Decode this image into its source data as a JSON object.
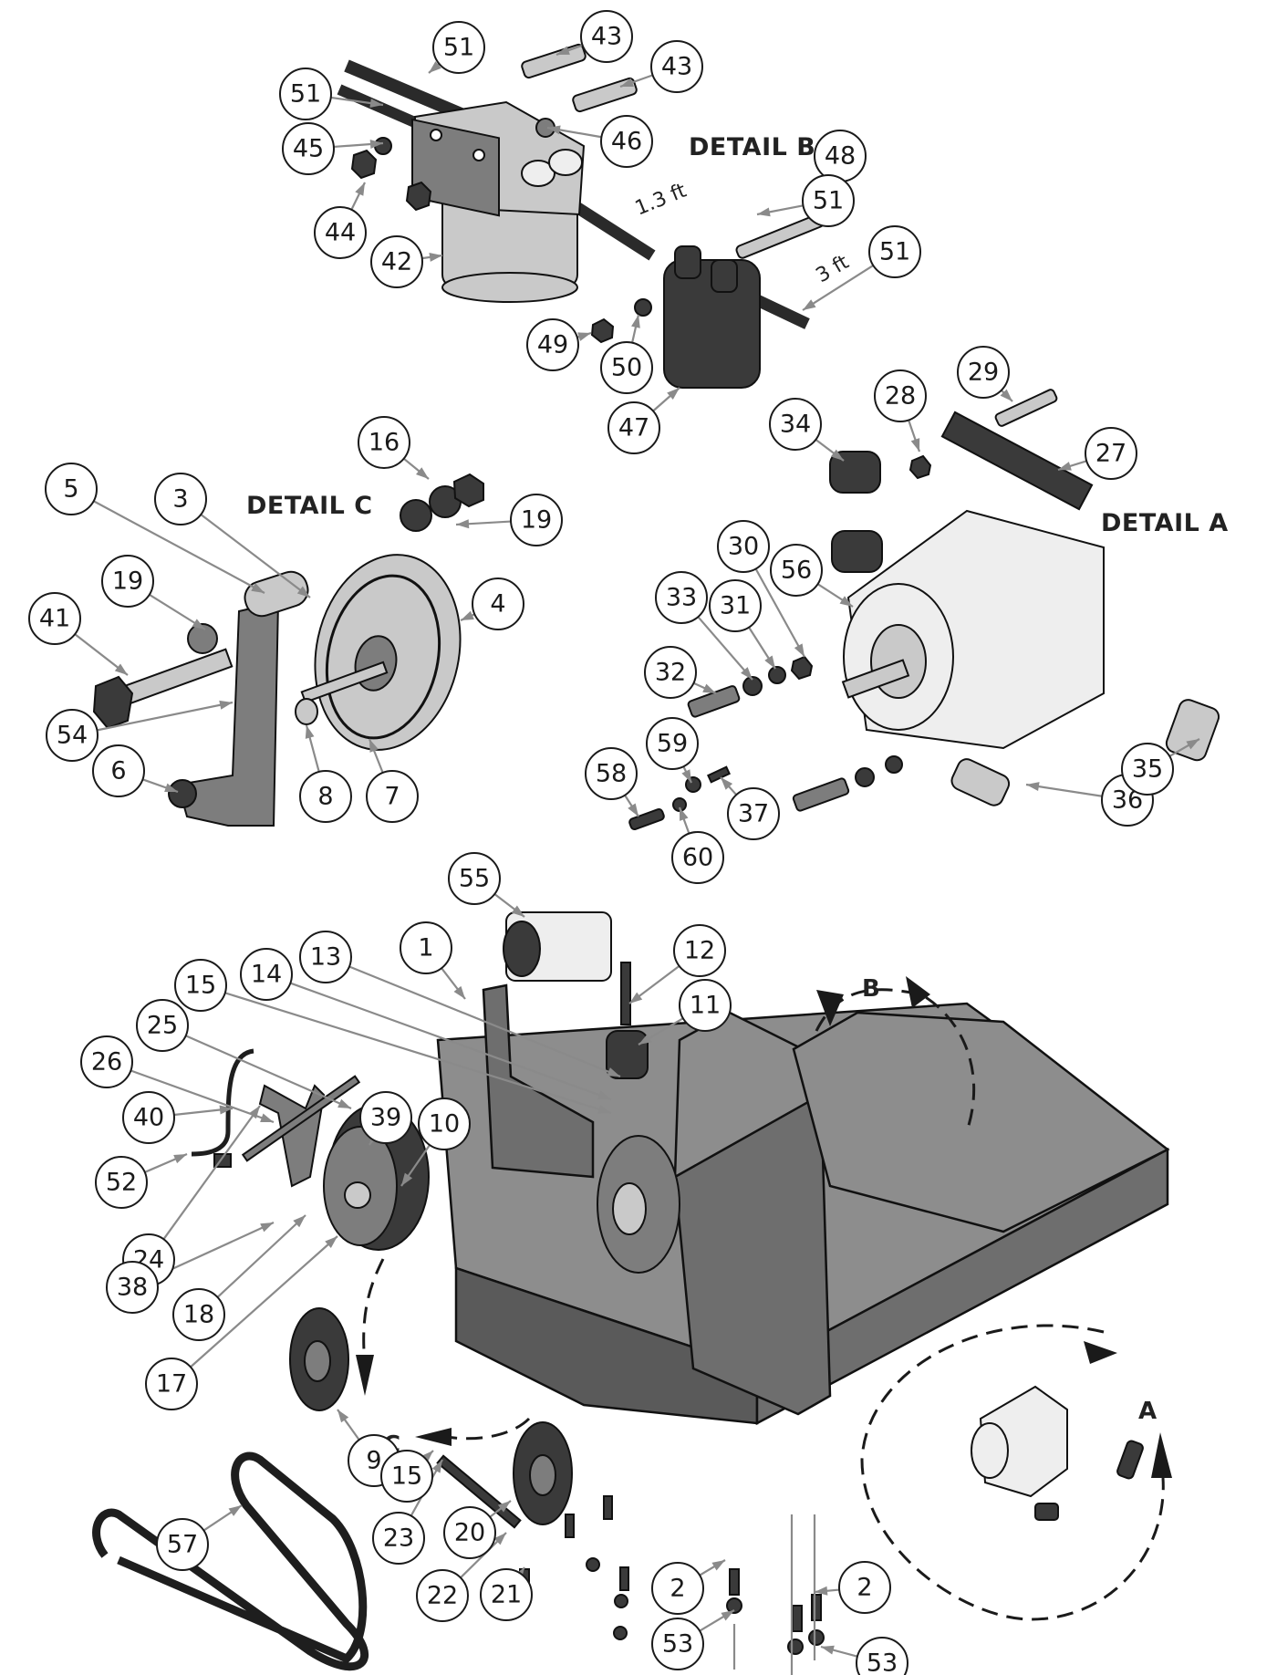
{
  "diagram": {
    "type": "exploded-parts-view",
    "detail_labels": {
      "detail_a": "DETAIL  A",
      "detail_b": "DETAIL  B",
      "detail_c": "DETAIL  C",
      "marker_a": "A",
      "marker_b": "B",
      "marker_c": "C"
    },
    "dimension_labels": {
      "hose_short": "1.3 ft",
      "hose_long": "3 ft"
    },
    "callouts": [
      {
        "id": "51",
        "group": "detail-b"
      },
      {
        "id": "43",
        "group": "detail-b"
      },
      {
        "id": "43",
        "group": "detail-b"
      },
      {
        "id": "51",
        "group": "detail-b"
      },
      {
        "id": "45",
        "group": "detail-b"
      },
      {
        "id": "46",
        "group": "detail-b"
      },
      {
        "id": "44",
        "group": "detail-b"
      },
      {
        "id": "42",
        "group": "detail-b"
      },
      {
        "id": "48",
        "group": "detail-b"
      },
      {
        "id": "51",
        "group": "detail-b"
      },
      {
        "id": "51",
        "group": "detail-b"
      },
      {
        "id": "49",
        "group": "detail-b"
      },
      {
        "id": "50",
        "group": "detail-b"
      },
      {
        "id": "47",
        "group": "detail-b"
      },
      {
        "id": "16",
        "group": "detail-c"
      },
      {
        "id": "19",
        "group": "detail-c"
      },
      {
        "id": "5",
        "group": "detail-c"
      },
      {
        "id": "3",
        "group": "detail-c"
      },
      {
        "id": "4",
        "group": "detail-c"
      },
      {
        "id": "19",
        "group": "detail-c"
      },
      {
        "id": "41",
        "group": "detail-c"
      },
      {
        "id": "54",
        "group": "detail-c"
      },
      {
        "id": "6",
        "group": "detail-c"
      },
      {
        "id": "8",
        "group": "detail-c"
      },
      {
        "id": "7",
        "group": "detail-c"
      },
      {
        "id": "29",
        "group": "detail-a"
      },
      {
        "id": "28",
        "group": "detail-a"
      },
      {
        "id": "34",
        "group": "detail-a"
      },
      {
        "id": "27",
        "group": "detail-a"
      },
      {
        "id": "30",
        "group": "detail-a"
      },
      {
        "id": "56",
        "group": "detail-a"
      },
      {
        "id": "33",
        "group": "detail-a"
      },
      {
        "id": "31",
        "group": "detail-a"
      },
      {
        "id": "32",
        "group": "detail-a"
      },
      {
        "id": "59",
        "group": "detail-a"
      },
      {
        "id": "58",
        "group": "detail-a"
      },
      {
        "id": "37",
        "group": "detail-a"
      },
      {
        "id": "60",
        "group": "detail-a"
      },
      {
        "id": "36",
        "group": "detail-a"
      },
      {
        "id": "35",
        "group": "detail-a"
      },
      {
        "id": "55",
        "group": "main"
      },
      {
        "id": "12",
        "group": "main"
      },
      {
        "id": "11",
        "group": "main"
      },
      {
        "id": "1",
        "group": "main"
      },
      {
        "id": "13",
        "group": "main"
      },
      {
        "id": "14",
        "group": "main"
      },
      {
        "id": "15",
        "group": "main"
      },
      {
        "id": "25",
        "group": "main"
      },
      {
        "id": "26",
        "group": "main"
      },
      {
        "id": "39",
        "group": "main"
      },
      {
        "id": "40",
        "group": "main"
      },
      {
        "id": "10",
        "group": "main"
      },
      {
        "id": "52",
        "group": "main"
      },
      {
        "id": "24",
        "group": "main"
      },
      {
        "id": "38",
        "group": "main"
      },
      {
        "id": "18",
        "group": "main"
      },
      {
        "id": "17",
        "group": "main"
      },
      {
        "id": "9",
        "group": "main"
      },
      {
        "id": "15",
        "group": "main"
      },
      {
        "id": "57",
        "group": "main"
      },
      {
        "id": "23",
        "group": "main"
      },
      {
        "id": "20",
        "group": "main"
      },
      {
        "id": "22",
        "group": "main"
      },
      {
        "id": "21",
        "group": "main"
      },
      {
        "id": "2",
        "group": "main"
      },
      {
        "id": "53",
        "group": "main"
      },
      {
        "id": "2",
        "group": "main"
      },
      {
        "id": "53",
        "group": "main"
      }
    ]
  }
}
